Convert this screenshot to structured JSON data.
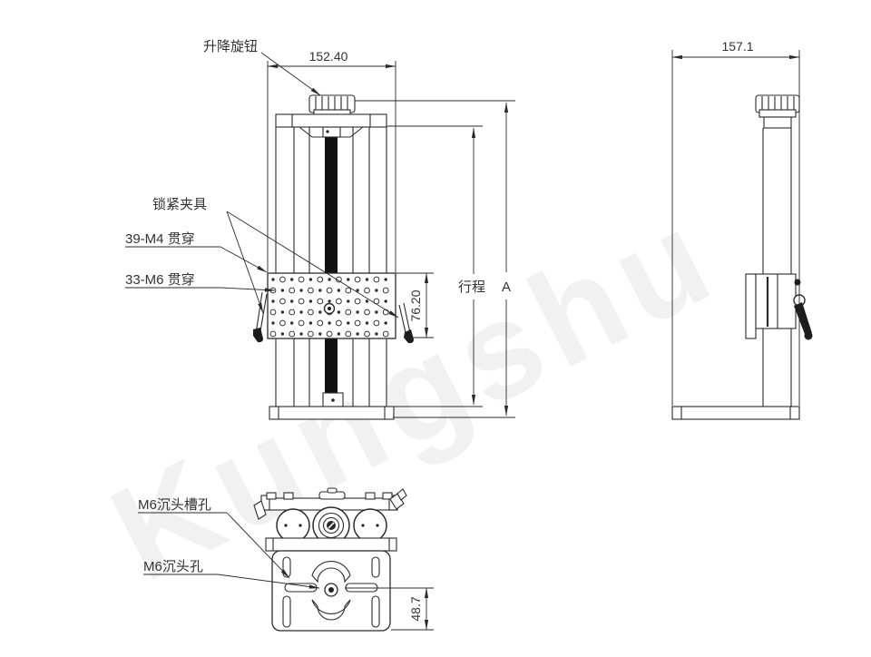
{
  "front_view": {
    "knob_label": "升降旋钮",
    "clamp_label": "锁紧夹具",
    "m4_holes_label": "39-M4 贯穿",
    "m6_holes_label": "33-M6 贯穿",
    "width_dim": "152.40",
    "platform_dim": "76.20",
    "travel_dim_label": "行程",
    "height_dim_label": "A"
  },
  "side_view": {
    "width_dim": "157.1"
  },
  "bottom_view": {
    "slot_label": "M6沉头槽孔",
    "hole_label": "M6沉头孔",
    "height_dim": "48.7"
  },
  "watermark": "Kungshu",
  "colors": {
    "line": "#2b2b2b",
    "background": "#ffffff"
  }
}
